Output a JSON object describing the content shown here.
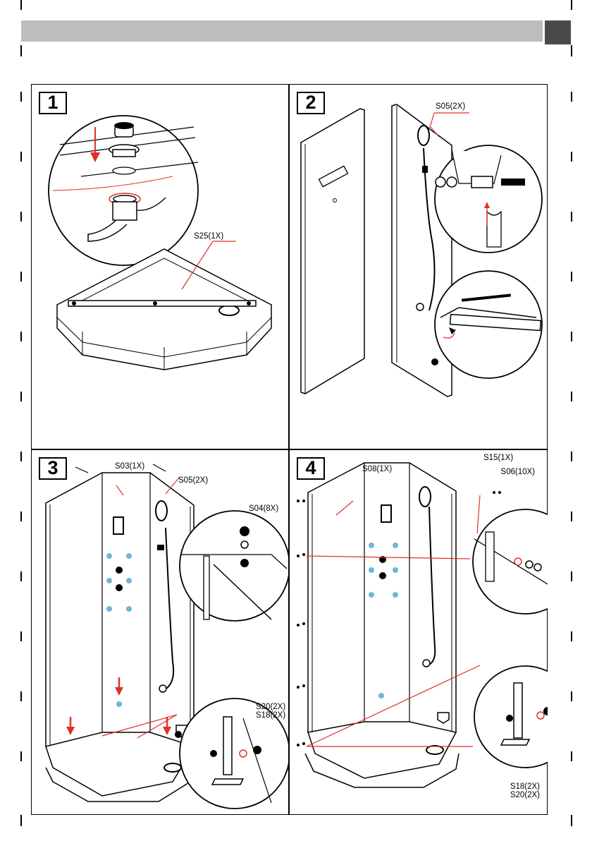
{
  "steps": [
    {
      "number": "1",
      "labels": [
        "S25(1X)"
      ]
    },
    {
      "number": "2",
      "labels": [
        "S05(2X)"
      ]
    },
    {
      "number": "3",
      "labels": [
        "S03(1X)",
        "S05(2X)",
        "S04(8X)",
        "S20(2X)",
        "S18(2X)"
      ]
    },
    {
      "number": "4",
      "labels": [
        "S08(1X)",
        "S15(1X)",
        "S06(10X)",
        "S18(2X)",
        "S20(2X)"
      ]
    }
  ],
  "colors": {
    "header": "#bdbdbd",
    "tab": "#4a4a4a",
    "arrow": "#e0302a",
    "jet": "#6fb6d6"
  }
}
